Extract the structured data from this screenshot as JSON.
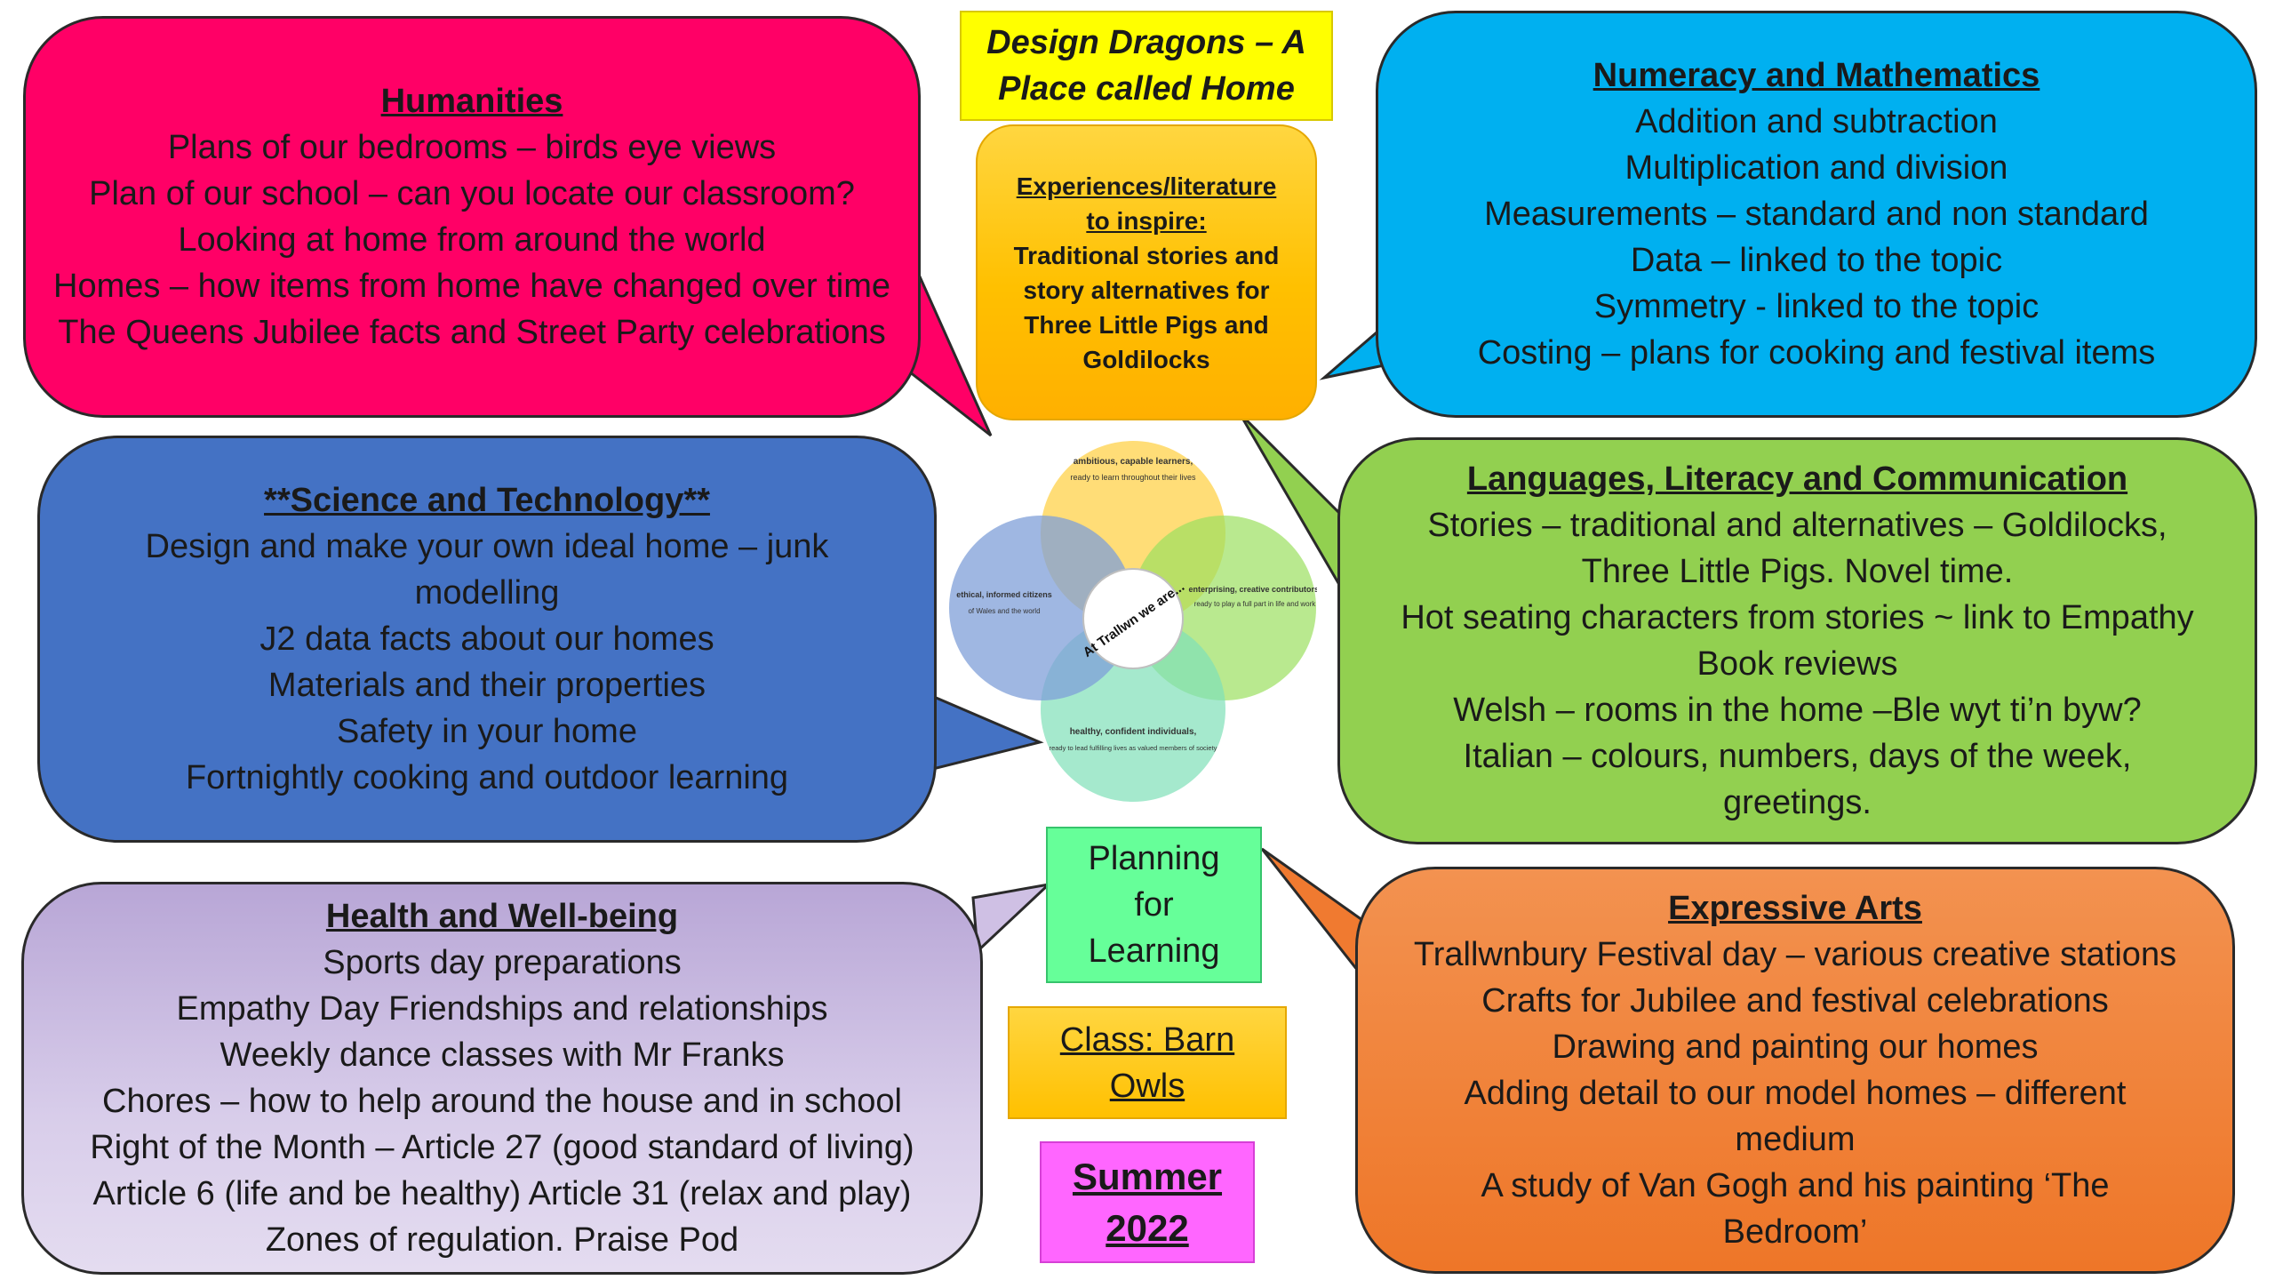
{
  "title": {
    "line1": "Design Dragons – A",
    "line2": "Place called Home"
  },
  "inspire": {
    "title_line1": "Experiences/literature",
    "title_line2": "to inspire:",
    "lines": [
      "Traditional stories and",
      "story alternatives for",
      "Three Little Pigs and",
      "Goldilocks"
    ]
  },
  "humanities": {
    "title": "Humanities",
    "lines": [
      "Plans of our bedrooms – birds eye views",
      "Plan of our school – can you locate our classroom?",
      "Looking at home from around the world",
      "Homes – how items from home have changed over time",
      "The Queens Jubilee facts and Street Party celebrations"
    ],
    "color": "#ff0066"
  },
  "numeracy": {
    "title": "Numeracy and Mathematics",
    "lines": [
      "Addition and subtraction",
      "Multiplication and division",
      "Measurements – standard and non standard",
      "Data – linked to the topic",
      "Symmetry - linked to the topic",
      "Costing – plans for cooking and festival items"
    ],
    "color": "#00b0f0"
  },
  "science": {
    "title": "**Science and Technology**",
    "lines": [
      "Design and make your own ideal home – junk",
      "modelling",
      "J2 data facts about our homes",
      "Materials and their properties",
      "Safety in your home",
      "Fortnightly cooking and outdoor learning"
    ],
    "color": "#4472c4"
  },
  "languages": {
    "title": "Languages, Literacy and Communication",
    "lines": [
      "Stories – traditional and alternatives – Goldilocks,",
      "Three Little Pigs.  Novel time.",
      "Hot seating characters from stories ~ link to Empathy",
      "Book reviews",
      "Welsh – rooms in the home –Ble wyt ti’n byw?",
      "Italian – colours, numbers, days of the week,",
      "greetings."
    ],
    "color": "#92d050"
  },
  "health": {
    "title": "Health and Well-being",
    "lines": [
      "Sports day preparations",
      "Empathy Day   Friendships and relationships",
      "Weekly dance classes with Mr Franks",
      "Chores – how to help around the house and in school",
      "Right of the Month – Article 27 (good standard of living)",
      "Article 6 (life and be healthy) Article 31 (relax and play)",
      "Zones of regulation.  Praise Pod"
    ],
    "color": "#c8b8e0"
  },
  "arts": {
    "title": "Expressive Arts",
    "lines": [
      "Trallwnbury Festival day – various creative stations",
      "Crafts for Jubilee and festival celebrations",
      "Drawing and painting our homes",
      "Adding detail to our model homes – different",
      "medium",
      "A study of Van Gogh and his painting ‘The",
      "Bedroom’"
    ],
    "color": "#f07a30"
  },
  "planning": {
    "line1": "Planning",
    "line2": "for",
    "line3": "Learning"
  },
  "class": {
    "line1": "Class: Barn",
    "line2": "Owls"
  },
  "term": {
    "line1": "Summer",
    "line2": "2022"
  },
  "venn": {
    "center_text": "At Trallwn we are...",
    "top": {
      "title": "ambitious, capable learners,",
      "text": "ready to learn throughout their lives"
    },
    "right": {
      "title": "enterprising, creative contributors,",
      "text": "ready to play a full part in life and work"
    },
    "bottom": {
      "title": "healthy, confident individuals,",
      "text": "ready to lead fulfilling lives as valued members of society"
    },
    "left": {
      "title": "ethical, informed citizens",
      "text": "of Wales and the world"
    }
  }
}
